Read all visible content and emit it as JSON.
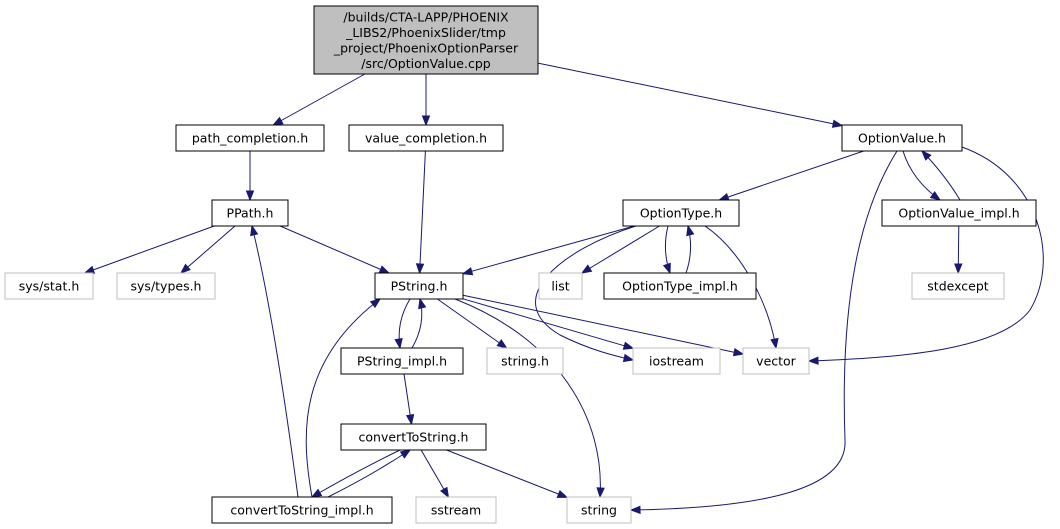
{
  "colors": {
    "edge": "#191970",
    "root_fill": "#bfbfbf",
    "border_solid": "#000000",
    "border_system": "#bfbfbf",
    "node_fill": "#ffffff",
    "text": "#000000"
  },
  "nodes": {
    "root": {
      "lines": [
        "/builds/CTA-LAPP/PHOENIX",
        "_LIBS2/PhoenixSlider/tmp",
        "_project/PhoenixOptionParser",
        "/src/OptionValue.cpp"
      ],
      "kind": "root"
    },
    "path_completion": {
      "lines": [
        "path_completion.h"
      ],
      "kind": "file"
    },
    "value_completion": {
      "lines": [
        "value_completion.h"
      ],
      "kind": "file"
    },
    "optionvalue_h": {
      "lines": [
        "OptionValue.h"
      ],
      "kind": "file"
    },
    "ppath": {
      "lines": [
        "PPath.h"
      ],
      "kind": "file"
    },
    "optiontype": {
      "lines": [
        "OptionType.h"
      ],
      "kind": "file"
    },
    "optionvalue_impl": {
      "lines": [
        "OptionValue_impl.h"
      ],
      "kind": "file"
    },
    "sys_stat": {
      "lines": [
        "sys/stat.h"
      ],
      "kind": "system"
    },
    "sys_types": {
      "lines": [
        "sys/types.h"
      ],
      "kind": "system"
    },
    "pstring": {
      "lines": [
        "PString.h"
      ],
      "kind": "file"
    },
    "list": {
      "lines": [
        "list"
      ],
      "kind": "system"
    },
    "optiontype_impl": {
      "lines": [
        "OptionType_impl.h"
      ],
      "kind": "file"
    },
    "stdexcept": {
      "lines": [
        "stdexcept"
      ],
      "kind": "system"
    },
    "pstring_impl": {
      "lines": [
        "PString_impl.h"
      ],
      "kind": "file"
    },
    "string_h": {
      "lines": [
        "string.h"
      ],
      "kind": "system"
    },
    "iostream": {
      "lines": [
        "iostream"
      ],
      "kind": "system"
    },
    "vector": {
      "lines": [
        "vector"
      ],
      "kind": "system"
    },
    "converttostring": {
      "lines": [
        "convertToString.h"
      ],
      "kind": "file"
    },
    "converttostring_impl": {
      "lines": [
        "convertToString_impl.h"
      ],
      "kind": "file"
    },
    "sstream": {
      "lines": [
        "sstream"
      ],
      "kind": "system"
    },
    "string": {
      "lines": [
        "string"
      ],
      "kind": "system"
    }
  },
  "edges": [
    [
      "root",
      "path_completion"
    ],
    [
      "root",
      "value_completion"
    ],
    [
      "root",
      "optionvalue_h"
    ],
    [
      "path_completion",
      "ppath"
    ],
    [
      "value_completion",
      "pstring"
    ],
    [
      "optionvalue_h",
      "optiontype"
    ],
    [
      "optionvalue_h",
      "optionvalue_impl"
    ],
    [
      "optionvalue_h",
      "string"
    ],
    [
      "optionvalue_h",
      "vector"
    ],
    [
      "optionvalue_impl",
      "optionvalue_h"
    ],
    [
      "optionvalue_impl",
      "stdexcept"
    ],
    [
      "ppath",
      "sys_stat"
    ],
    [
      "ppath",
      "sys_types"
    ],
    [
      "ppath",
      "pstring"
    ],
    [
      "optiontype",
      "pstring"
    ],
    [
      "optiontype",
      "list"
    ],
    [
      "optiontype",
      "optiontype_impl"
    ],
    [
      "optiontype",
      "iostream"
    ],
    [
      "optiontype",
      "vector"
    ],
    [
      "optiontype_impl",
      "optiontype"
    ],
    [
      "pstring",
      "pstring_impl"
    ],
    [
      "pstring",
      "string_h"
    ],
    [
      "pstring",
      "iostream"
    ],
    [
      "pstring",
      "vector"
    ],
    [
      "pstring",
      "string"
    ],
    [
      "pstring_impl",
      "pstring"
    ],
    [
      "pstring_impl",
      "converttostring"
    ],
    [
      "converttostring",
      "converttostring_impl"
    ],
    [
      "converttostring",
      "sstream"
    ],
    [
      "converttostring",
      "string"
    ],
    [
      "converttostring_impl",
      "converttostring"
    ],
    [
      "converttostring_impl",
      "pstring"
    ],
    [
      "converttostring_impl",
      "ppath"
    ]
  ]
}
